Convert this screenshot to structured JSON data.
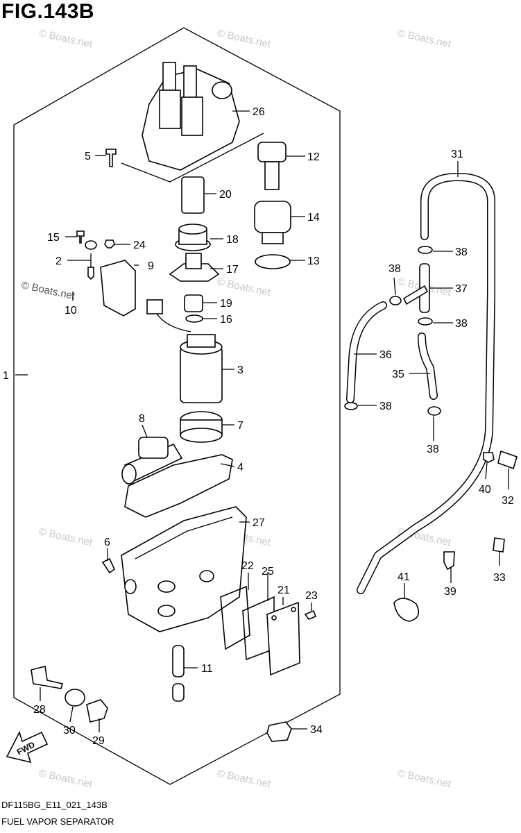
{
  "figure_title": "FIG.143B",
  "diagram_code": "DF115BG_E11_021_143B",
  "caption": "FUEL VAPOR SEPARATOR",
  "watermark": "© Boats.net",
  "fwd_label": "FWD",
  "callouts": [
    "1",
    "2",
    "3",
    "4",
    "5",
    "6",
    "7",
    "8",
    "9",
    "10",
    "11",
    "12",
    "13",
    "14",
    "15",
    "16",
    "17",
    "18",
    "19",
    "20",
    "21",
    "22",
    "23",
    "24",
    "25",
    "26",
    "27",
    "28",
    "29",
    "30",
    "31",
    "32",
    "33",
    "34",
    "35",
    "36",
    "37",
    "38",
    "38",
    "38",
    "38",
    "38",
    "39",
    "40",
    "41"
  ]
}
